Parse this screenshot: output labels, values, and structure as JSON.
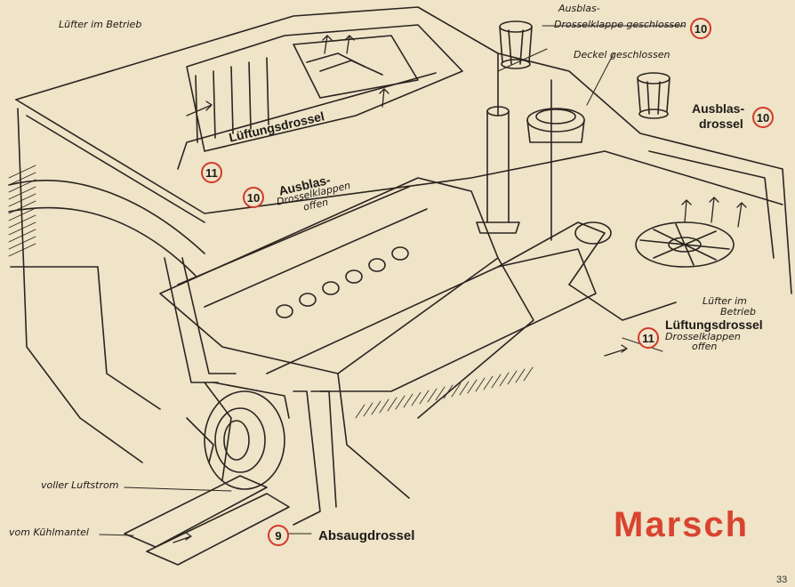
{
  "labels": {
    "fan_running_top": "Lüfter im Betrieb",
    "exhaust_label_top_1": "Ausblas-",
    "exhaust_label_top_2": "Drosselklappe geschlossen",
    "cover_closed": "Deckel geschlossen",
    "exhaust_throttle_right_1": "Ausblas-",
    "exhaust_throttle_right_2": "drossel",
    "vent_throttle_left": "Lüftungsdrossel",
    "exhaust_flaps_open_1": "Ausblas-",
    "exhaust_flaps_open_2": "Drosselklappen",
    "exhaust_flaps_open_3": "offen",
    "fan_running_right_1": "Lüfter im",
    "fan_running_right_2": "Betrieb",
    "vent_throttle_right_1": "Lüftungsdrossel",
    "vent_throttle_right_2": "Drosselklappen",
    "vent_throttle_right_3": "offen",
    "full_airflow": "voller Luftstrom",
    "from_cooling_jacket": "vom Kühlmantel",
    "suction_throttle": "Absaugdrossel"
  },
  "badges": {
    "top_right": "10",
    "right": "10",
    "left_vent": "11",
    "left_exhaust": "10",
    "right_vent": "11",
    "suction": "9"
  },
  "title": "Marsch",
  "page_number": "33",
  "colors": {
    "paper": "#efe3c8",
    "ink": "#1d1a16",
    "badge_ring": "#cf3a2a",
    "title": "#d8442f"
  }
}
